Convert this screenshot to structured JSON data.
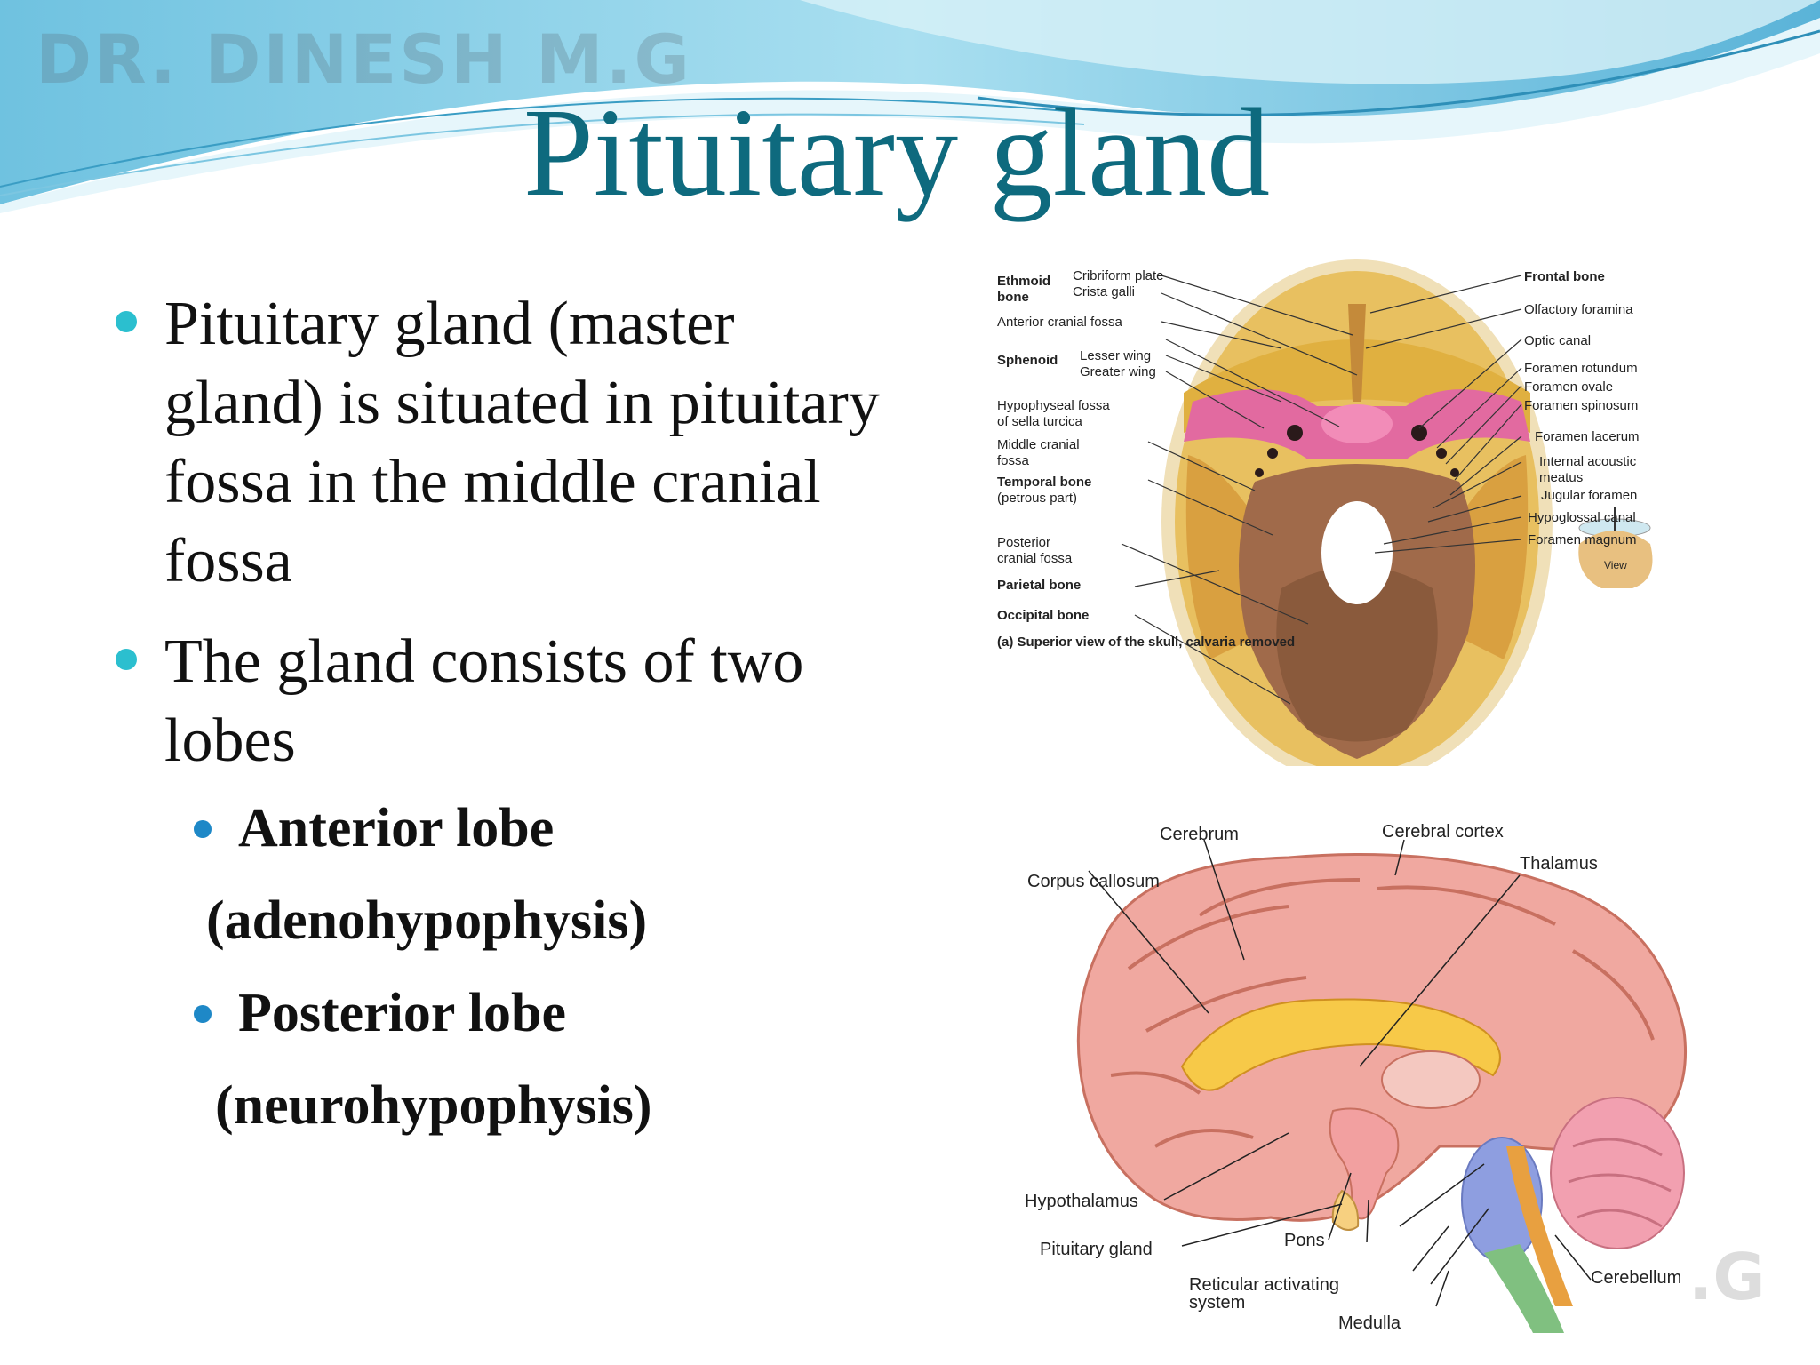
{
  "slide": {
    "watermark": "DR. DINESH M.G",
    "title": "Pituitary gland",
    "bullets": [
      "Pituitary gland (master gland) is situated in pituitary fossa in the middle cranial fossa",
      "The gland consists of two lobes"
    ],
    "sub_bullets": [
      {
        "head": "Anterior lobe",
        "cont": "(adenohypophysis)"
      },
      {
        "head": "Posterior lobe",
        "cont": "(neurohypophysis)"
      }
    ],
    "corner_mark": ".G"
  },
  "skull_figure": {
    "left_labels": {
      "ethmoid": "Ethmoid",
      "bone": "bone",
      "cribriform_plate": "Cribriform plate",
      "crista_galli": "Crista galli",
      "anterior_cranial_fossa": "Anterior cranial fossa",
      "sphenoid": "Sphenoid",
      "lesser_wing": "Lesser wing",
      "greater_wing": "Greater wing",
      "hypophyseal_fossa": "Hypophyseal fossa",
      "of_sella_turcica": "of sella turcica",
      "middle_cranial": "Middle cranial",
      "fossa": "fossa",
      "temporal_bone": "Temporal bone",
      "petrous_part": "(petrous part)",
      "posterior": "Posterior",
      "cranial_fossa": "cranial fossa",
      "parietal_bone": "Parietal bone",
      "occipital_bone": "Occipital bone"
    },
    "right_labels": {
      "frontal_bone": "Frontal bone",
      "olfactory_foramina": "Olfactory foramina",
      "optic_canal": "Optic canal",
      "foramen_rotundum": "Foramen rotundum",
      "foramen_ovale": "Foramen ovale",
      "foramen_spinosum": "Foramen spinosum",
      "foramen_lacerum": "Foramen lacerum",
      "internal_acoustic": "Internal acoustic",
      "meatus": "meatus",
      "jugular_foramen": "Jugular foramen",
      "hypoglossal_canal": "Hypoglossal canal",
      "foramen_magnum": "Foramen magnum",
      "view": "View"
    },
    "caption": "(a) Superior view of the skull, calvaria removed"
  },
  "brain_figure": {
    "labels": {
      "cerebrum": "Cerebrum",
      "cerebral_cortex": "Cerebral cortex",
      "thalamus": "Thalamus",
      "corpus_callosum": "Corpus callosum",
      "hypothalamus": "Hypothalamus",
      "pituitary_gland": "Pituitary gland",
      "pons": "Pons",
      "reticular_activating": "Reticular activating",
      "system": "system",
      "medulla": "Medulla",
      "cerebellum": "Cerebellum"
    }
  },
  "colors": {
    "title": "#0e6a7e",
    "bullet": "#2bbfcf",
    "sub_bullet": "#1e88c7",
    "wave_light": "#bfe8f2",
    "wave_dark": "#4aa9cc"
  }
}
